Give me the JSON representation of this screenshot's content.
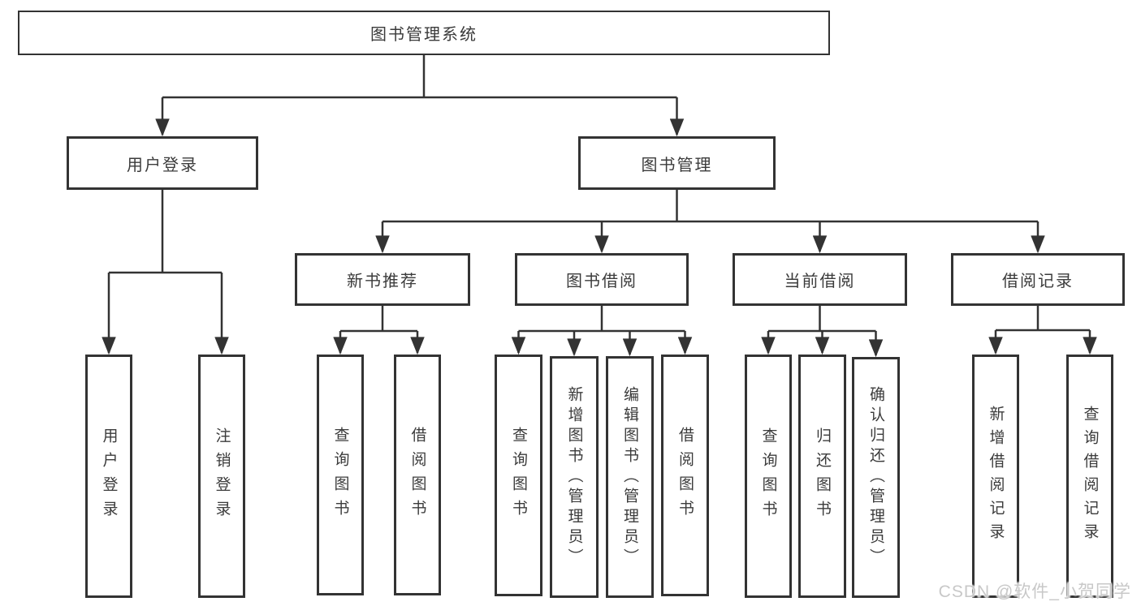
{
  "diagram": {
    "root": {
      "label": "图书管理系统"
    },
    "level2": [
      {
        "label": "用户登录"
      },
      {
        "label": "图书管理"
      }
    ],
    "level3": [
      {
        "label": "新书推荐"
      },
      {
        "label": "图书借阅"
      },
      {
        "label": "当前借阅"
      },
      {
        "label": "借阅记录"
      }
    ],
    "leaves": [
      {
        "label": "用户登录"
      },
      {
        "label": "注销登录"
      },
      {
        "label": "查询图书"
      },
      {
        "label": "借阅图书"
      },
      {
        "label": "查询图书"
      },
      {
        "label": "新增图书（管理员）"
      },
      {
        "label": "编辑图书（管理员）"
      },
      {
        "label": "借阅图书"
      },
      {
        "label": "查询图书"
      },
      {
        "label": "归还图书"
      },
      {
        "label": "确认归还（管理员）"
      },
      {
        "label": "新增借阅记录"
      },
      {
        "label": "查询借阅记录"
      }
    ]
  },
  "watermark": {
    "text": "CSDN @软件_小贺同学"
  },
  "colors": {
    "line": "#333333",
    "box_border": "#333333",
    "text": "#3b3b3b",
    "watermark": "#c8c8c8",
    "background": "#ffffff"
  }
}
